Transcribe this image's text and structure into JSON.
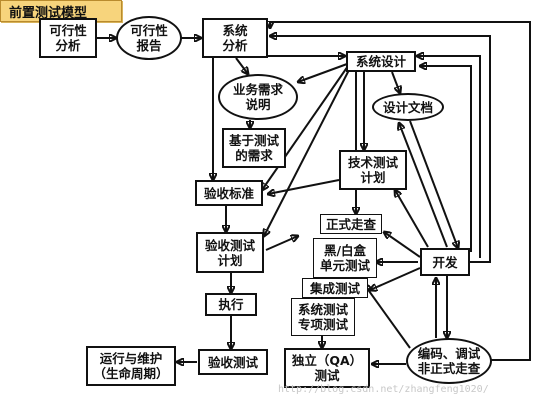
{
  "banner": {
    "title": "前置测试模型"
  },
  "nodes": {
    "feasibility_analysis": "可行性\n分析",
    "feasibility_report": "可行性\n报告",
    "system_analysis": "系统\n分析",
    "system_design": "系统设计",
    "business_requirements": "业务需求\n说明",
    "design_docs": "设计文档",
    "test_based_requirements": "基于测试\n的需求",
    "technical_test_plan": "技术测试\n计划",
    "acceptance_criteria": "验收标准",
    "formal_walkthrough": "正式走查",
    "acceptance_test_plan": "验收测试\n计划",
    "black_white_box": "黑/白盒\n单元测试",
    "development": "开发",
    "integration_test": "集成测试",
    "execution": "执行",
    "system_special_test": "系统测试\n专项测试",
    "coding_debugging": "编码、调试\n非正式走查",
    "operation_maintenance": "运行与维护\n（生命周期）",
    "acceptance_test": "验收测试",
    "independent_qa": "独立（QA）\n测试"
  },
  "watermark": "http://blog.csdn.net/zhangfeng1020/"
}
